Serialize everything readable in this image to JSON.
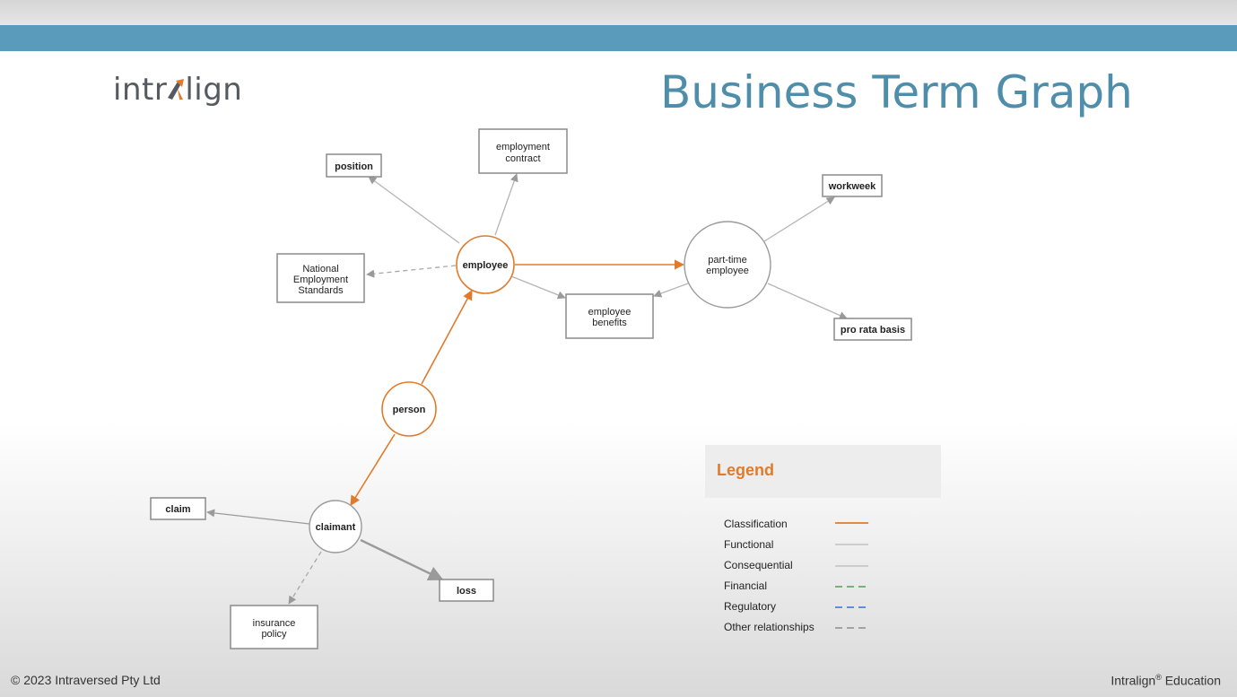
{
  "slide": {
    "title": "Business Term Graph",
    "logo": {
      "text_before": "intr",
      "text_after": "lign",
      "icon": "intralign-arrow-icon"
    },
    "footer": {
      "copyright": "© 2023 Intraversed Pty Ltd",
      "brand": "Intralign",
      "brand_mark": "®",
      "brand_suffix": " Education"
    }
  },
  "colors": {
    "accent_blue": "#5a9bbb",
    "title_blue": "#4f8eab",
    "classification": "#e07b2c",
    "functional": "#bdbdbd",
    "consequential": "#bdbdbd",
    "financial": "#6aa56a",
    "regulatory": "#4f7fd6",
    "other": "#9a9a9a"
  },
  "nodes": {
    "position": "position",
    "employment_contract": [
      "employment",
      "contract"
    ],
    "national_employment_standards": [
      "National",
      "Employment",
      "Standards"
    ],
    "employee": "employee",
    "employee_benefits": [
      "employee",
      "benefits"
    ],
    "part_time_employee": [
      "part-time",
      "employee"
    ],
    "workweek": "workweek",
    "pro_rata_basis": "pro rata basis",
    "person": "person",
    "claimant": "claimant",
    "claim": "claim",
    "loss": "loss",
    "insurance_policy": [
      "insurance",
      "policy"
    ]
  },
  "legend": {
    "title": "Legend",
    "items": [
      {
        "label": "Classification",
        "style": "solid",
        "color": "#e07b2c"
      },
      {
        "label": "Functional",
        "style": "solid",
        "color": "#c8c8c8"
      },
      {
        "label": "Consequential",
        "style": "solid",
        "color": "#c8c8c8"
      },
      {
        "label": "Financial",
        "style": "dashed",
        "color": "#6aa56a"
      },
      {
        "label": "Regulatory",
        "style": "dashed",
        "color": "#4f7fd6"
      },
      {
        "label": "Other relationships",
        "style": "dashed",
        "color": "#9a9a9a"
      }
    ]
  }
}
